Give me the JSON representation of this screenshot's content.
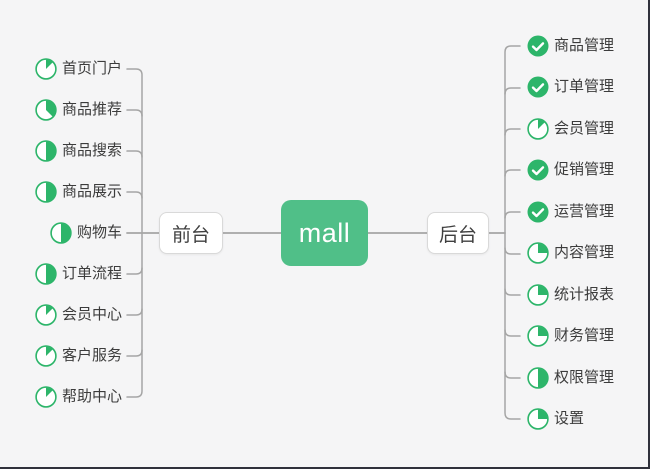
{
  "root": {
    "label": "mall"
  },
  "branches": {
    "front": {
      "label": "前台",
      "items": [
        {
          "label": "首页门户",
          "progress": 0.125
        },
        {
          "label": "商品推荐",
          "progress": 0.375
        },
        {
          "label": "商品搜索",
          "progress": 0.5
        },
        {
          "label": "商品展示",
          "progress": 0.5
        },
        {
          "label": "购物车",
          "progress": 0.5
        },
        {
          "label": "订单流程",
          "progress": 0.5
        },
        {
          "label": "会员中心",
          "progress": 0.125
        },
        {
          "label": "客户服务",
          "progress": 0.125
        },
        {
          "label": "帮助中心",
          "progress": 0.125
        }
      ]
    },
    "back": {
      "label": "后台",
      "items": [
        {
          "label": "商品管理",
          "progress": "done"
        },
        {
          "label": "订单管理",
          "progress": "done"
        },
        {
          "label": "会员管理",
          "progress": 0.125
        },
        {
          "label": "促销管理",
          "progress": "done"
        },
        {
          "label": "运营管理",
          "progress": "done"
        },
        {
          "label": "内容管理",
          "progress": 0.25
        },
        {
          "label": "统计报表",
          "progress": 0.25
        },
        {
          "label": "财务管理",
          "progress": 0.25
        },
        {
          "label": "权限管理",
          "progress": 0.5
        },
        {
          "label": "设置",
          "progress": 0.25
        }
      ]
    }
  },
  "colors": {
    "background": "#f5f5f6",
    "icon_green": "#2db56a",
    "root_green": "#50bf88",
    "connector_gray": "#a5a5a5",
    "text_dark": "#3c3c3c"
  }
}
